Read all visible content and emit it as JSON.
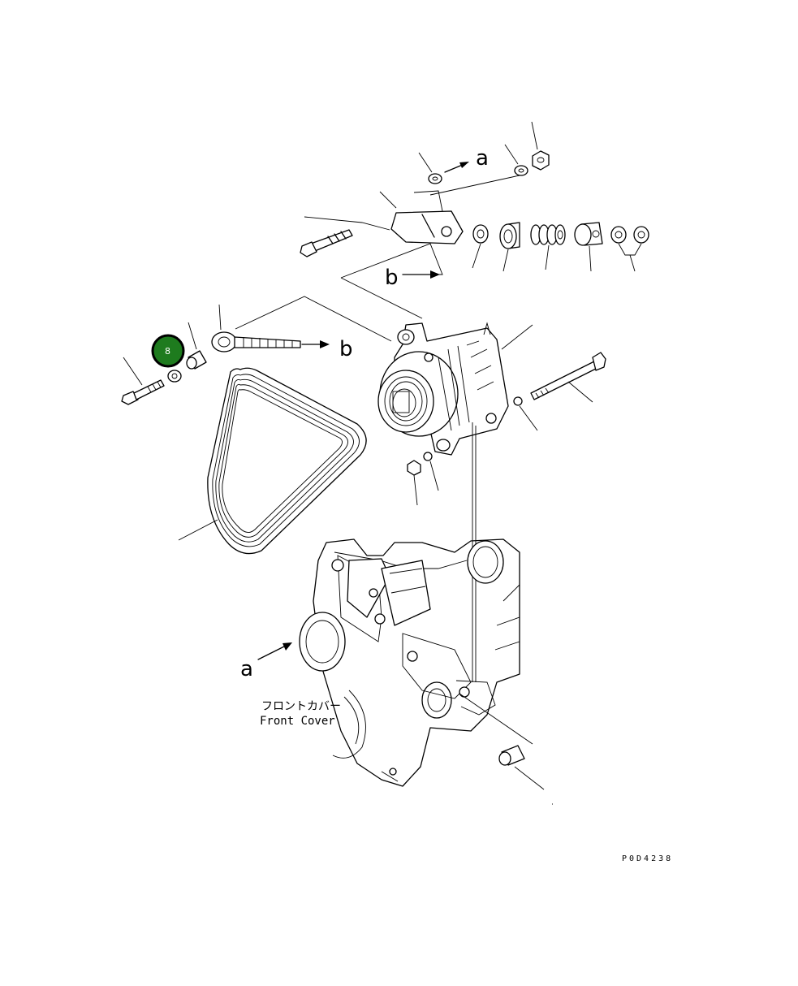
{
  "diagram": {
    "arrow_labels": {
      "a_top": "a",
      "b_right": "b",
      "b_lower": "b",
      "a_lower": "a"
    },
    "front_cover_jp": "フロントカバー",
    "front_cover_en": "Front Cover",
    "drawing_code": "P0D4238",
    "highlight": {
      "label": "8",
      "color": "#1e7b1e",
      "border": "#000000"
    }
  }
}
